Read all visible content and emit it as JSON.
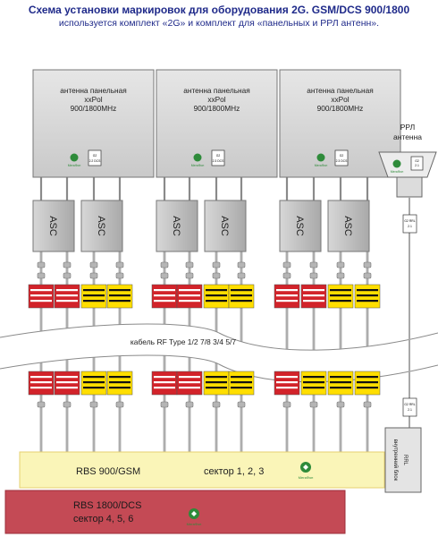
{
  "header": {
    "title": "Схема установки маркировок для оборудования 2G. GSM/DCS   900/1800",
    "subtitle": "используется комплект «2G» и комплект для «панельных и РРЛ антенн»."
  },
  "antennas": [
    {
      "line1": "антенна панельная",
      "line2": "xxPol",
      "line3": "900/1800MHz",
      "brand": "МегаФон",
      "tag1": "G2",
      "tag2": "2.2 DCS"
    },
    {
      "line1": "антенна панельная",
      "line2": "xxPol",
      "line3": "900/1800MHz",
      "brand": "МегаФон",
      "tag1": "G2",
      "tag2": "2.3 DCS"
    },
    {
      "line1": "антенна панельная",
      "line2": "xxPol",
      "line3": "900/1800MHz",
      "brand": "МегаФон",
      "tag1": "G2",
      "tag2": "2.3 DCS"
    }
  ],
  "rrl": {
    "line1": "РРЛ",
    "line2": "антенна",
    "brand": "МегаФон",
    "tag1": "G2",
    "tag2": "2.1"
  },
  "asc_label": "ASC",
  "cable_label": "кабель  RF Type   1/2   7/8  3/4   5/7",
  "indoor_label": "внутренний блок",
  "indoor_value": "RRL",
  "rrl_tags": [
    {
      "tag1": "G2 RRL",
      "tag2": "2.1"
    },
    {
      "tag1": "G2 RRL",
      "tag2": "2.1"
    }
  ],
  "colors": {
    "red": "#d2232a",
    "yellow": "#ffde00",
    "gsm_box": "#faf5b8",
    "dcs_box": "#c44a55",
    "title": "#1f2a8a"
  },
  "rbs900": {
    "label": "RBS 900/GSM",
    "sector": "сектор 1, 2, 3",
    "brand": "МегаФон"
  },
  "rbs1800": {
    "label": "RBS 1800/DCS",
    "sector": "сектор 4, 5, 6",
    "brand": "МегаФон"
  }
}
